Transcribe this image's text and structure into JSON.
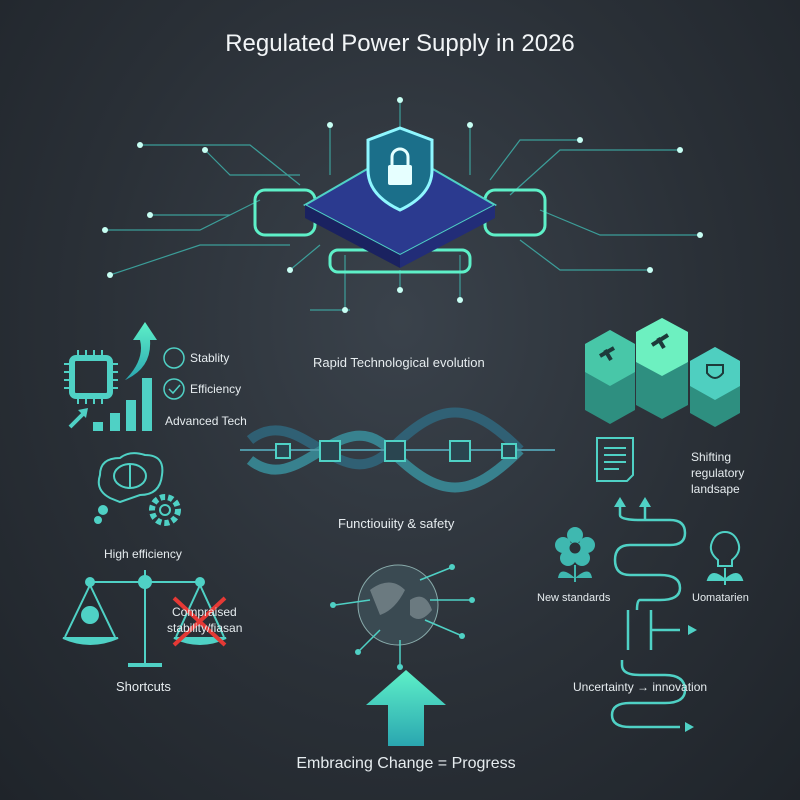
{
  "title": "Regulated Power Supply in 2026",
  "left": {
    "legend": [
      "Stablity",
      "Efficiency",
      "Advanced Tech"
    ],
    "high_efficiency": "High efficiency",
    "scale_label_1": "Compraised",
    "scale_label_2": "stability/fiasan",
    "shortcuts": "Shortcuts"
  },
  "center": {
    "rapid": "Rapid Technological evolution",
    "functionality": "Functiouiity & safety",
    "footer": "Embracing Change = Progress"
  },
  "right": {
    "shifting": [
      "Shifting",
      "regulatory",
      "landsape"
    ],
    "new_standards": "New standards",
    "umatarien": "Uomatarien",
    "uncertainty": "Uncertainty → innovation"
  },
  "colors": {
    "accent": "#4fd1c5",
    "glow": "#7ff5e0",
    "cross": "#e53935",
    "chip": "#2b3a8f"
  }
}
